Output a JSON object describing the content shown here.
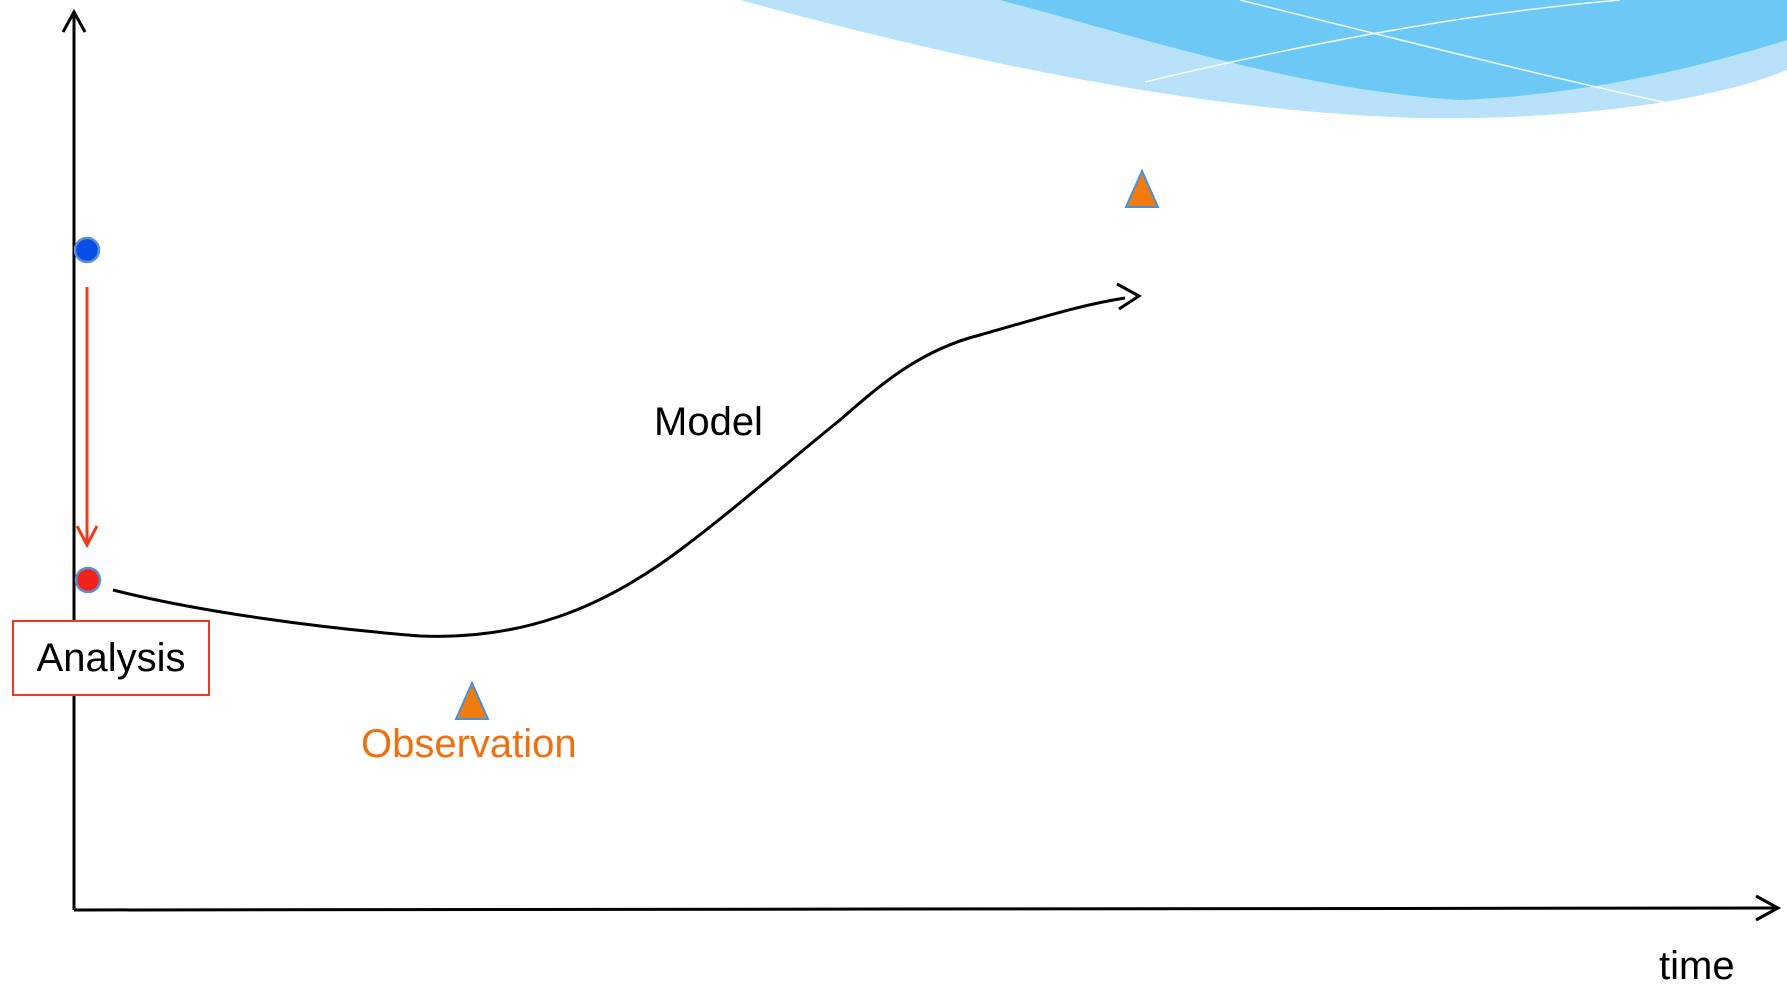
{
  "labels": {
    "model": "Model",
    "observation": "Observation",
    "analysis": "Analysis",
    "time": "time"
  },
  "colors": {
    "axis": "#000000",
    "model_curve": "#000000",
    "background_point": "#0a4ee8",
    "analysis_point": "#f0221a",
    "point_outline": "#5b8fd6",
    "increment_arrow": "#f03c1a",
    "observation_marker": "#f07c10",
    "observation_outline": "#4a90d6",
    "observation_text": "#f07010",
    "analysis_box_border": "#e83c28",
    "banner_dark": "#6cc8f4",
    "banner_light": "#b8e2fa"
  },
  "icons": {
    "background_point": "circle-marker",
    "analysis_point": "circle-marker",
    "observation": "triangle-marker",
    "increment": "arrow-down-icon"
  }
}
